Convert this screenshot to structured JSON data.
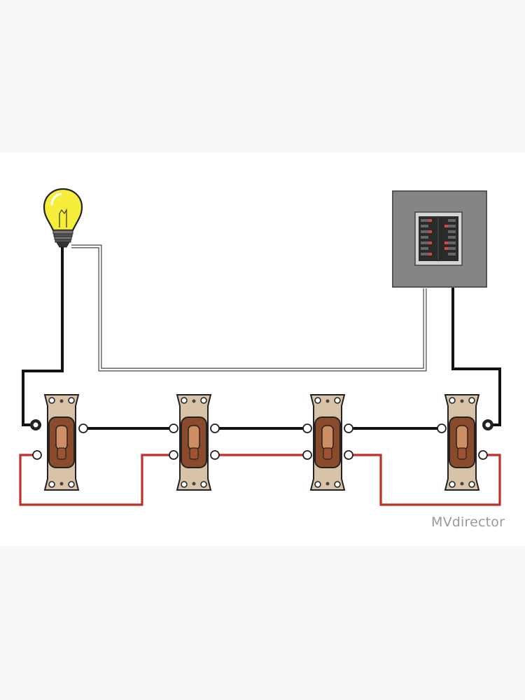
{
  "watermark": {
    "text": "MVdirector"
  },
  "components": {
    "lamp": {
      "icon": "light-bulb-icon"
    },
    "panel": {
      "icon": "breaker-panel-icon"
    },
    "switches": [
      {
        "name": "switch-1",
        "icon": "three-way-switch-icon"
      },
      {
        "name": "switch-2",
        "icon": "four-way-switch-icon"
      },
      {
        "name": "switch-3",
        "icon": "four-way-switch-icon"
      },
      {
        "name": "switch-4",
        "icon": "three-way-switch-icon"
      }
    ]
  },
  "colors": {
    "background": "#f7f7f7",
    "canvas": "#ffffff",
    "hot_wire": "#111111",
    "neutral_wire": "#ffffff",
    "traveler_wire": "#c0302a",
    "bulb_glass": "#f6ee3a",
    "panel_gray": "#858585",
    "switch_plate": "#d9c3a8",
    "toggle_brown": "#a0522d"
  }
}
